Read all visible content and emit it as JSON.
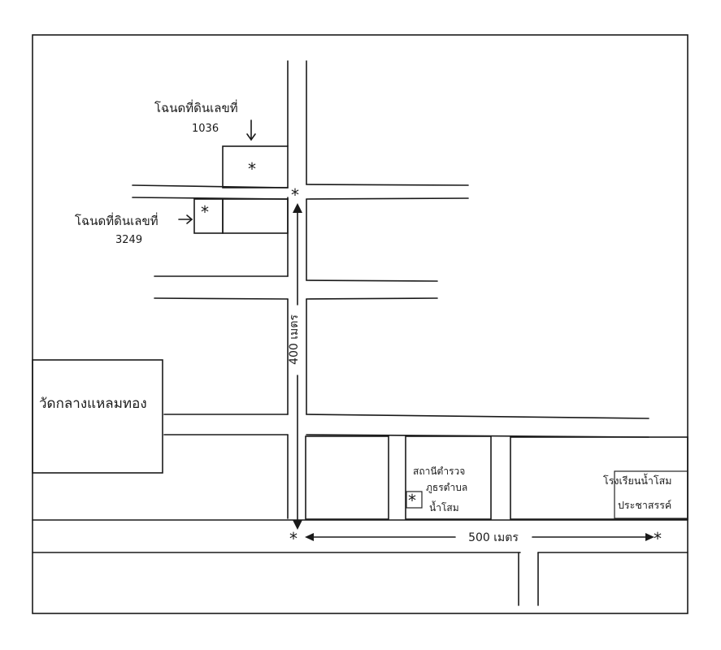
{
  "labels": {
    "land_deed_1036": "โฉนดที่ดินเลขที่",
    "land_deed_1036_number": "1036",
    "land_deed_3249": "โฉนดที่ดินเลขที่",
    "land_deed_3249_number": "3249",
    "temple": "วัดกลางแหลมทอง",
    "police_line1": "สถานีตำรวจ",
    "police_line2": "ภูธรตำบล",
    "police_line3": "น้ำโสม",
    "school_line1": "โรงเรียนน้ำโสม",
    "school_line2": "ประชาสรรค์",
    "distance_vertical": "400 เมตร",
    "distance_horizontal": "500 เมตร"
  },
  "symbols": {
    "location_marker": "*"
  },
  "icons": {
    "arrow_up": "arrow-up-icon",
    "arrow_down": "arrow-down-icon",
    "arrow_right": "arrow-right-icon"
  },
  "colors": {
    "ink": "#1a1a1a",
    "paper": "#ffffff"
  }
}
